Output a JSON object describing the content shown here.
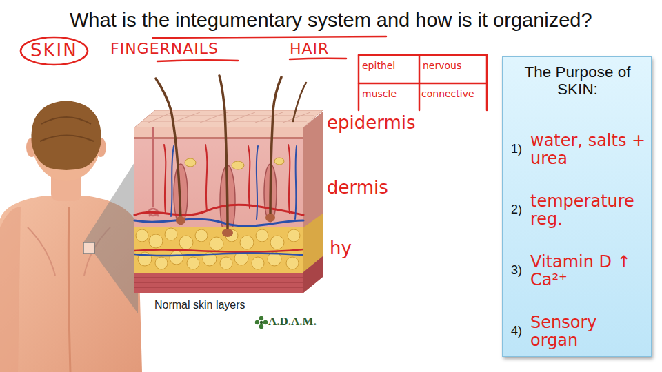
{
  "diagram": {
    "title": "What is the integumentary system and how is it organized?",
    "nodes": [
      {
        "text": [
          "SKIN"
        ]
      },
      {
        "text": [
          "The Purpose of SKIN:",
          "1)",
          "water, salts + urea",
          "2)",
          "temperature reg.",
          "3)",
          "Vitamin D ↑ Ca²⁺",
          "4)",
          "Sensory organ"
        ]
      }
    ],
    "labels": [
      "FINGERNAILS",
      "HAIR",
      "epithel",
      "nervous",
      "muscle",
      "connective",
      "epidermis",
      "dermis",
      "hy",
      "Normal skin layers",
      "A.D.A.M."
    ]
  }
}
